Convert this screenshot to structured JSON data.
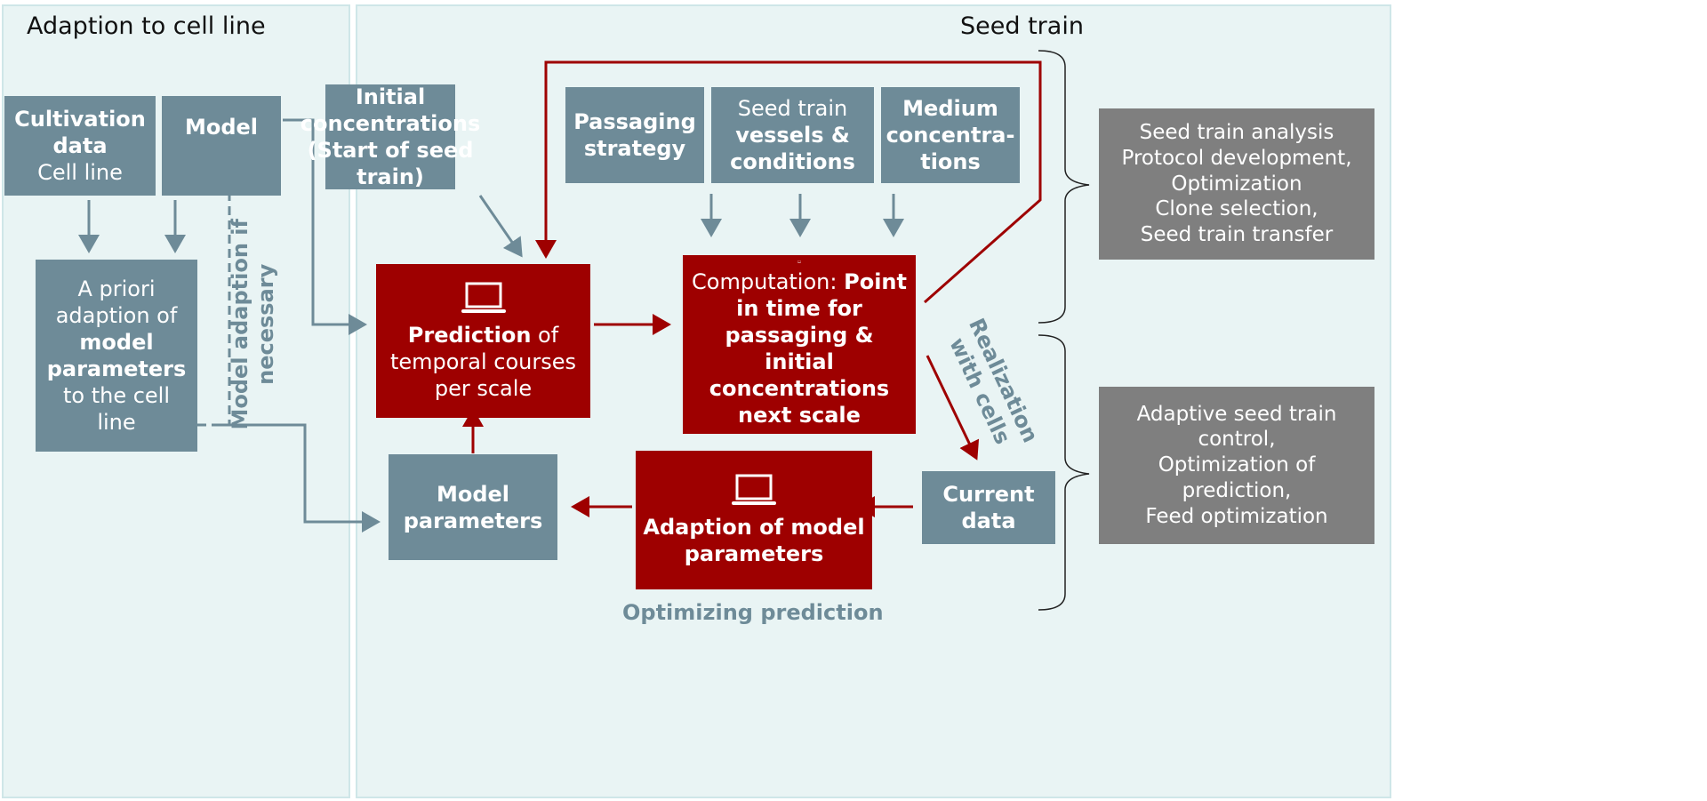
{
  "panels": {
    "left_title": "Adaption to cell line",
    "right_title": "Seed train"
  },
  "boxes": {
    "cultivation": {
      "bold": "Cultivation data",
      "normal": "Cell line"
    },
    "model": {
      "bold": "Model"
    },
    "apriori": {
      "pre": "A priori adaption of",
      "bold": "model parameters",
      "post": "to the cell line"
    },
    "initial": {
      "bold": "Initial concentrations (Start of seed train)"
    },
    "passaging": {
      "bold": "Passaging strategy"
    },
    "vessels": {
      "normal": "Seed train",
      "bold": "vessels & conditions"
    },
    "medium": {
      "bold": "Medium concentra-tions"
    },
    "prediction": {
      "bold": "Prediction",
      "normal": "of temporal courses per scale"
    },
    "computation": {
      "normal": "Computation:",
      "bold": "Point in time for passaging & initial concentrations next scale"
    },
    "current": {
      "bold": "Current data"
    },
    "adaption": {
      "bold": "Adaption of model parameters"
    },
    "model_params": {
      "bold": "Model parameters"
    }
  },
  "labels": {
    "model_adaption": "Model adaption if necessary",
    "realization": "Realization with cells",
    "optimizing": "Optimizing prediction"
  },
  "outcomes": {
    "top": [
      "Seed train analysis",
      "Protocol development,",
      "Optimization",
      "Clone selection,",
      "Seed train transfer"
    ],
    "bottom": [
      "Adaptive seed train",
      "control,",
      "Optimization of",
      "prediction,",
      "Feed optimization"
    ]
  },
  "icons": {
    "computer": "laptop-icon"
  },
  "colors": {
    "slate": "#6e8b98",
    "red": "#9e0000",
    "gray": "#7f7f7f",
    "panel": "#e9f4f4"
  }
}
